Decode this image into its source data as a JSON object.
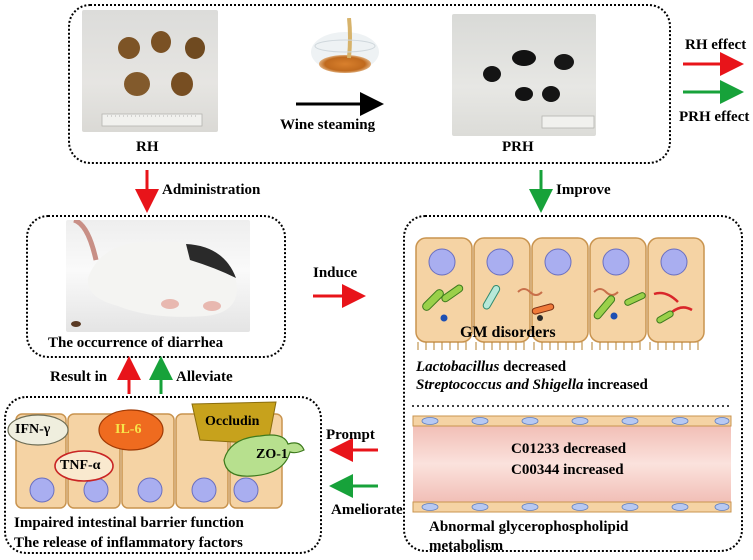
{
  "top": {
    "raw_label": "RH",
    "processed_label": "PRH",
    "process_label": "Wine steaming"
  },
  "legend": {
    "rh_effect": "RH effect",
    "prh_effect": "PRH effect",
    "rh_color": "#e8141a",
    "prh_color": "#17a23a"
  },
  "flow": {
    "administration": "Administration",
    "improve": "Improve",
    "induce": "Induce",
    "result_in": "Result in",
    "alleviate": "Alleviate",
    "prompt": "Prompt",
    "ameliorate": "Ameliorate"
  },
  "mouse_panel": {
    "caption": "The occurrence of diarrhea"
  },
  "gm_panel": {
    "title": "GM disorders",
    "line1_italic": "Lactobacillus",
    "line1_rest": " decreased",
    "line2_italic": "Streptococcus and Shigella",
    "line2_rest": " increased"
  },
  "metab_panel": {
    "line1": "C01233 decreased",
    "line2": "C00344 increased",
    "caption1": "Abnormal glycerophospholipid",
    "caption2": "metabolism"
  },
  "barrier_panel": {
    "ifn": "IFN-γ",
    "il6": "IL-6",
    "tnf": "TNF-α",
    "occludin": "Occludin",
    "zo1": "ZO-1",
    "caption1": "Impaired intestinal barrier function",
    "caption2": "The release of inflammatory factors"
  }
}
